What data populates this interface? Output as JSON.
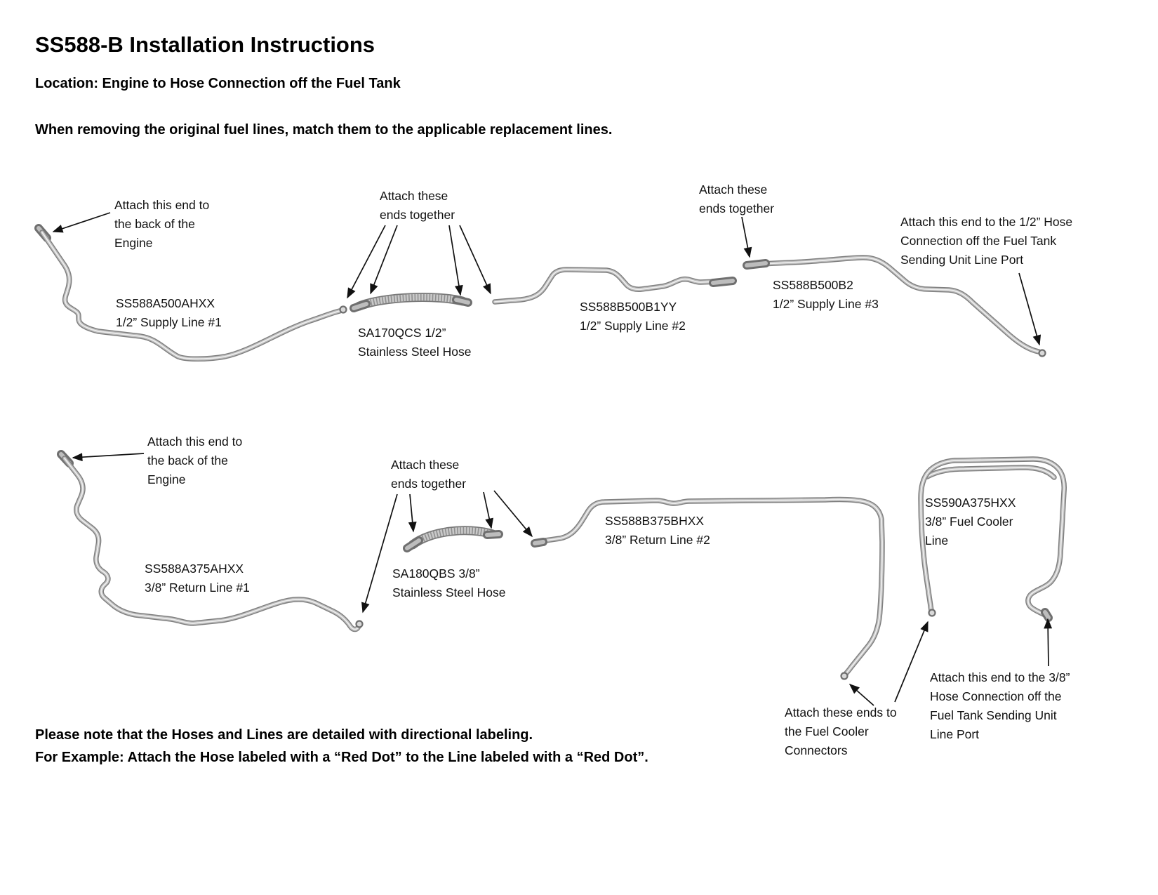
{
  "header": {
    "title": "SS588-B Installation Instructions",
    "location": "Location: Engine to Hose Connection off the Fuel Tank",
    "intro": "When removing the original fuel lines, match them to the applicable replacement lines."
  },
  "annotations": {
    "attach_engine_top": "Attach this end to the back of the Engine",
    "attach_together_top1": "Attach these ends together",
    "attach_together_top2": "Attach these ends together",
    "attach_tank_top": "Attach this end to the 1/2” Hose Connection off the Fuel Tank Sending Unit Line Port",
    "attach_engine_bottom": "Attach this end to the back of the Engine",
    "attach_together_bottom": "Attach these ends together",
    "attach_cooler": "Attach these ends to the Fuel Cooler Connectors",
    "attach_tank_bottom": "Attach this end to the 3/8” Hose Connection off the Fuel Tank Sending Unit Line Port"
  },
  "parts": {
    "supply_line_1": {
      "code": "SS588A500AHXX",
      "desc": "1/2” Supply Line #1"
    },
    "hose_1": {
      "code": "SA170QCS 1/2”",
      "desc": "Stainless Steel Hose"
    },
    "supply_line_2": {
      "code": "SS588B500B1YY",
      "desc": "1/2” Supply Line #2"
    },
    "supply_line_3": {
      "code": "SS588B500B2",
      "desc": "1/2” Supply Line #3"
    },
    "return_line_1": {
      "code": "SS588A375AHXX",
      "desc": "3/8” Return Line #1"
    },
    "hose_2": {
      "code": "SA180QBS 3/8”",
      "desc": "Stainless Steel Hose"
    },
    "return_line_2": {
      "code": "SS588B375BHXX",
      "desc": "3/8” Return Line #2"
    },
    "cooler_line": {
      "code": "SS590A375HXX",
      "desc": "3/8” Fuel Cooler Line"
    }
  },
  "footer": {
    "note1": "Please note that the Hoses and Lines are detailed with directional labeling.",
    "note2": "For Example: Attach the Hose labeled with a “Red Dot” to the Line labeled with a “Red Dot”."
  }
}
